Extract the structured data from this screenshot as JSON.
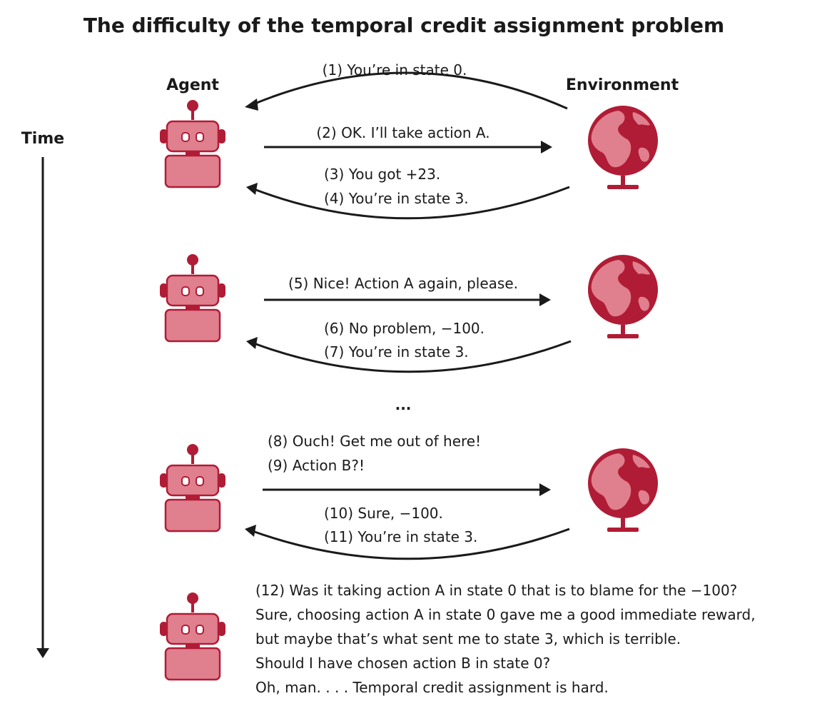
{
  "title": "The difficulty of the temporal credit assignment problem",
  "headers": {
    "agent": "Agent",
    "environment": "Environment",
    "time": "Time"
  },
  "ellipsis": "...",
  "messages": [
    "(1) You’re in state 0.",
    "(2) OK. I’ll take action A.",
    "(3) You got +23.",
    "(4) You’re in state 3.",
    "(5) Nice! Action A again, please.",
    "(6) No problem, −100.",
    "(7) You’re in state 3.",
    "(8) Ouch! Get me out of here!",
    "(9) Action B?!",
    "(10) Sure, −100.",
    "(11) You’re in state 3."
  ],
  "reflection": [
    "(12) Was it taking action A in state 0 that is to blame for the −100?",
    "Sure, choosing action A in state 0 gave me a good immediate reward,",
    "but maybe that’s what sent me to state 3, which is terrible.",
    "Should I have chosen action B in state 0?",
    "Oh, man. . . . Temporal credit assignment is hard."
  ],
  "colors": {
    "robot_fill": "#e07f8e",
    "robot_stroke": "#b01c35",
    "globe_sea": "#b01c35",
    "globe_land": "#e07f8e",
    "ink": "#1a1a1a"
  },
  "icons": {
    "agent": "robot-icon",
    "environment": "globe-icon"
  }
}
